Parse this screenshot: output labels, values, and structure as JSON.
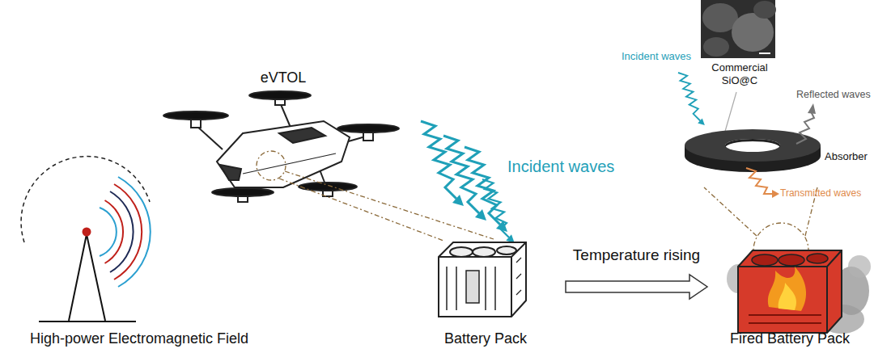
{
  "diagram": {
    "nodes": [
      {
        "text": [
          "High-power Electromagnetic Field"
        ]
      },
      {
        "text": [
          "eVTOL"
        ]
      },
      {
        "text": [
          "Battery Pack"
        ]
      },
      {
        "text": [
          "Fired Battery Pack"
        ]
      }
    ],
    "edges": [
      {
        "from": 2,
        "to": 3,
        "arrow": "to",
        "label": "Temperature rising"
      }
    ],
    "labels": [
      "Incident waves",
      "Commercial SiO@C",
      "Incident waves",
      "Reflected waves",
      "Absorber",
      "Transmitted waves"
    ]
  }
}
